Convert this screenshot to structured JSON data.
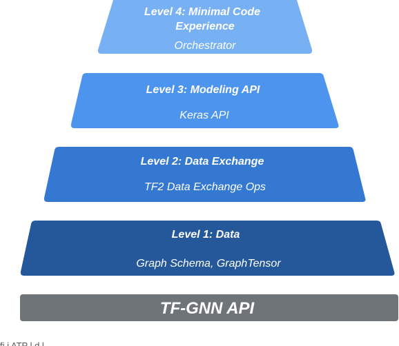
{
  "levels": [
    {
      "title_line1": "Level 4: Minimal Code",
      "title_line2": "Experience",
      "subtitle": "Orchestrator",
      "color": "#78b0f4"
    },
    {
      "title": "Level 3: Modeling API",
      "subtitle": "Keras API",
      "color": "#4d94ee"
    },
    {
      "title": "Level 2: Data Exchange",
      "subtitle": "TF2 Data Exchange Ops",
      "color": "#3578d2"
    },
    {
      "title": "Level 1: Data",
      "subtitle": "Graph Schema, GraphTensor",
      "color": "#24589a"
    }
  ],
  "base": {
    "label": "TF-GNN API",
    "color": "#6f7478"
  }
}
